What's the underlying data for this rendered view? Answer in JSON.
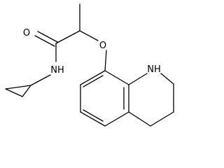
{
  "molecule": {
    "atoms": {
      "oxygen_carbonyl": "O",
      "oxygen_ether": "O",
      "amide_nh": "NH",
      "ring_nh": "NH"
    },
    "colors": {
      "bond": "#000000",
      "text": "#000000",
      "background": "#ffffff"
    }
  }
}
